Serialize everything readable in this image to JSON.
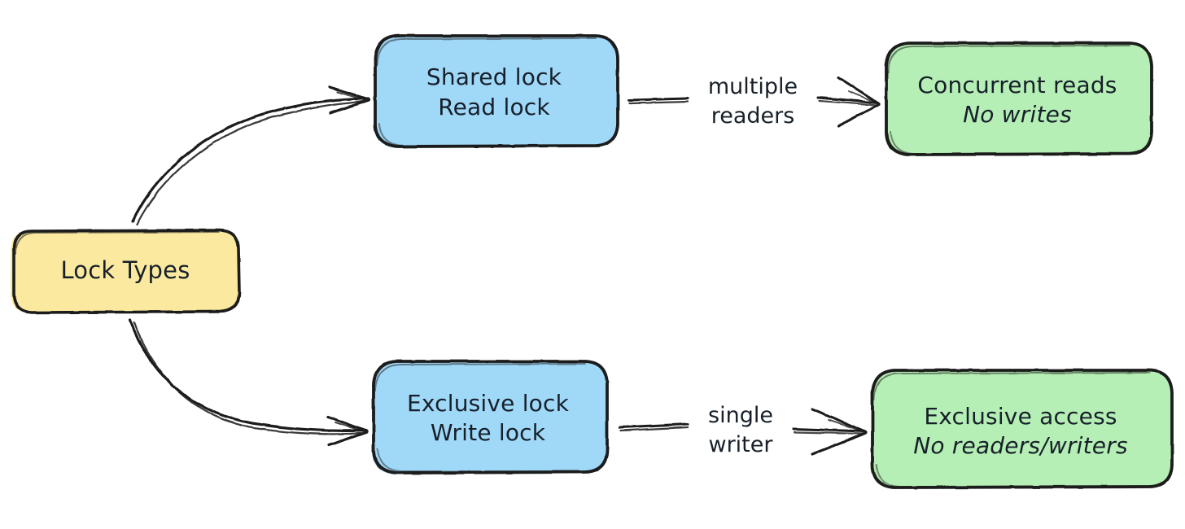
{
  "diagram": {
    "title": "Lock Types",
    "style": "hand-drawn flowchart",
    "palette": {
      "root_fill": "#FBE9A0",
      "lock_fill": "#A0D8F8",
      "result_fill": "#B5EFB5",
      "stroke": "#1b1b1b",
      "text": "#17202a",
      "background": "#ffffff"
    },
    "nodes": [
      {
        "id": "root",
        "name": "lock-types-node",
        "kind": "root",
        "fill": "#FBE9A0",
        "lines": [
          "Lock Types"
        ]
      },
      {
        "id": "shared",
        "name": "shared-lock-node",
        "kind": "lock",
        "fill": "#A0D8F8",
        "lines": [
          "Shared lock",
          "Read lock"
        ]
      },
      {
        "id": "concurrent",
        "name": "concurrent-reads-node",
        "kind": "result",
        "fill": "#B5EFB5",
        "lines": [
          "Concurrent reads",
          "No writes"
        ]
      },
      {
        "id": "exclusive",
        "name": "exclusive-lock-node",
        "kind": "lock",
        "fill": "#A0D8F8",
        "lines": [
          "Exclusive lock",
          "Write lock"
        ]
      },
      {
        "id": "excaccess",
        "name": "exclusive-access-node",
        "kind": "result",
        "fill": "#B5EFB5",
        "lines": [
          "Exclusive access",
          "No readers/writers"
        ]
      }
    ],
    "edges": [
      {
        "id": "e1",
        "name": "edge-root-to-shared",
        "from": "root",
        "to": "shared",
        "label_lines": []
      },
      {
        "id": "e2",
        "name": "edge-root-to-exclusive",
        "from": "root",
        "to": "exclusive",
        "label_lines": []
      },
      {
        "id": "e3",
        "name": "edge-shared-to-concurrent",
        "from": "shared",
        "to": "concurrent",
        "label_lines": [
          "multiple",
          "readers"
        ]
      },
      {
        "id": "e4",
        "name": "edge-exclusive-to-access",
        "from": "exclusive",
        "to": "excaccess",
        "label_lines": [
          "single",
          "writer"
        ]
      }
    ]
  }
}
